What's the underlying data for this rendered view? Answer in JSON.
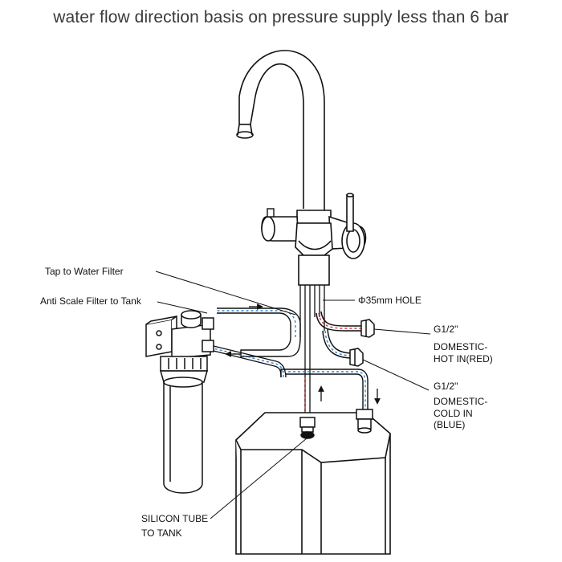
{
  "title": "water flow direction basis on pressure supply less than 6 bar",
  "labels": {
    "tap_to_filter": "Tap to Water Filter",
    "anti_scale": "Anti Scale Filter to Tank",
    "hole": "Φ35mm HOLE",
    "hot_thread": "G1/2''",
    "hot_line1": "DOMESTIC-",
    "hot_line2": "HOT IN(RED)",
    "cold_thread": "G1/2''",
    "cold_line1": "DOMESTIC-",
    "cold_line2": "COLD IN",
    "cold_line3": "(BLUE)",
    "silicon_line1": "SILICON TUBE",
    "silicon_line2": "TO TANK"
  },
  "colors": {
    "hot": "#d83a3a",
    "cold": "#2f86d6",
    "line": "#111111"
  }
}
